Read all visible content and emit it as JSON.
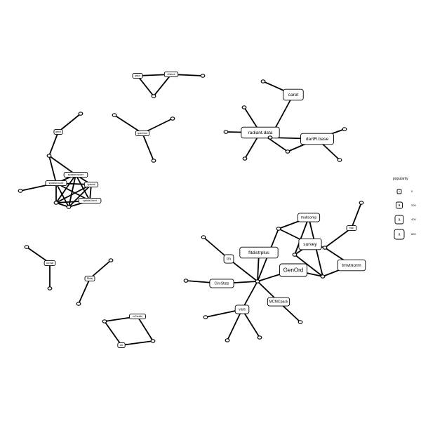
{
  "legend": {
    "title": "popularity",
    "letter": "a",
    "items": [
      {
        "label": "0"
      },
      {
        "label": "200"
      },
      {
        "label": "400"
      },
      {
        "label": "600"
      }
    ]
  },
  "nodes": [
    {
      "id": "g1",
      "label": "gmjor",
      "size": 1
    },
    {
      "id": "g2",
      "label": "cflatsub",
      "size": 1
    },
    {
      "id": "q1",
      "label": "quantmod",
      "size": 1
    },
    {
      "id": "caret",
      "label": "caret",
      "size": 3
    },
    {
      "id": "rad",
      "label": "radiant.data",
      "size": 3
    },
    {
      "id": "dart",
      "label": "dartR.base",
      "size": 3
    },
    {
      "id": "gm",
      "label": "geeM",
      "size": 1
    },
    {
      "id": "spat",
      "label": "spatstat.model",
      "size": 1
    },
    {
      "id": "spx",
      "label": "spatstat.explore",
      "size": 1
    },
    {
      "id": "sp2",
      "label": "spatstat",
      "size": 1
    },
    {
      "id": "sp3",
      "label": "spatstat.linnet",
      "size": 1
    },
    {
      "id": "sp4",
      "label": "spatstat.geom",
      "size": 1
    },
    {
      "id": "multi",
      "label": "multcomp",
      "size": 2
    },
    {
      "id": "train",
      "label": "train",
      "size": 1
    },
    {
      "id": "fit",
      "label": "fitdistrplus",
      "size": 3
    },
    {
      "id": "survey",
      "label": "survey",
      "size": 3
    },
    {
      "id": "tm",
      "label": "tm",
      "size": 2
    },
    {
      "id": "genord",
      "label": "GenOrd",
      "size": 4
    },
    {
      "id": "tmvt",
      "label": "tmvtnorm",
      "size": 3
    },
    {
      "id": "circ",
      "label": "CircStats",
      "size": 2
    },
    {
      "id": "mcmc",
      "label": "MCMCpack",
      "size": 2
    },
    {
      "id": "vars",
      "label": "vars",
      "size": 2
    },
    {
      "id": "cvm",
      "label": "covmat",
      "size": 1
    },
    {
      "id": "rmarl",
      "label": "RMarl",
      "size": 1
    },
    {
      "id": "zoo",
      "label": "zoParallel",
      "size": 1
    },
    {
      "id": "dot",
      "label": "dot",
      "size": 1
    }
  ]
}
